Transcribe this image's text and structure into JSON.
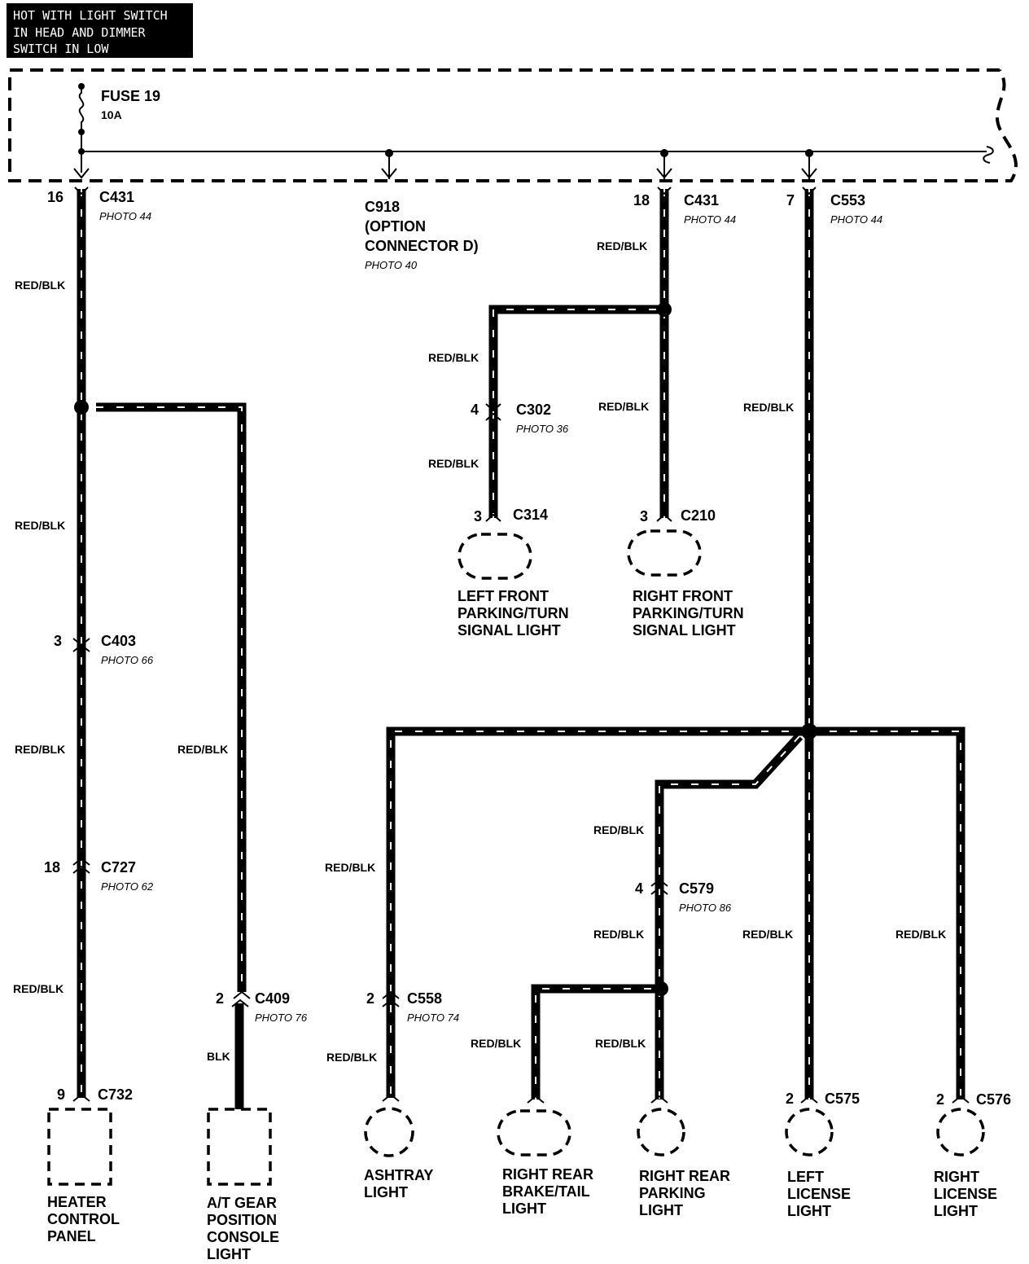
{
  "header": {
    "line1": "HOT WITH LIGHT SWITCH",
    "line2": "IN HEAD AND DIMMER",
    "line3": "SWITCH IN LOW"
  },
  "fuse": {
    "name": "FUSE 19",
    "rating": "10A"
  },
  "wire_color": "RED/BLK",
  "wire_color_blk": "BLK",
  "connectors": {
    "c431_left": {
      "pin": "16",
      "name": "C431",
      "photo": "PHOTO 44"
    },
    "c918": {
      "line1": "C918",
      "line2": "(OPTION",
      "line3": "CONNECTOR D)",
      "photo": "PHOTO 40"
    },
    "c431_right": {
      "pin": "18",
      "name": "C431",
      "photo": "PHOTO 44"
    },
    "c553": {
      "pin": "7",
      "name": "C553",
      "photo": "PHOTO 44"
    },
    "c302": {
      "pin": "4",
      "name": "C302",
      "photo": "PHOTO 36"
    },
    "c314": {
      "pin": "3",
      "name": "C314"
    },
    "c210": {
      "pin": "3",
      "name": "C210"
    },
    "c403": {
      "pin": "3",
      "name": "C403",
      "photo": "PHOTO 66"
    },
    "c727": {
      "pin": "18",
      "name": "C727",
      "photo": "PHOTO 62"
    },
    "c409": {
      "pin": "2",
      "name": "C409",
      "photo": "PHOTO 76"
    },
    "c732": {
      "pin": "9",
      "name": "C732"
    },
    "c558": {
      "pin": "2",
      "name": "C558",
      "photo": "PHOTO 74"
    },
    "c579": {
      "pin": "4",
      "name": "C579",
      "photo": "PHOTO 86"
    },
    "c575": {
      "pin": "2",
      "name": "C575"
    },
    "c576": {
      "pin": "2",
      "name": "C576"
    }
  },
  "components": {
    "left_front": [
      "LEFT FRONT",
      "PARKING/TURN",
      "SIGNAL LIGHT"
    ],
    "right_front": [
      "RIGHT FRONT",
      "PARKING/TURN",
      "SIGNAL LIGHT"
    ],
    "heater": [
      "HEATER",
      "CONTROL",
      "PANEL"
    ],
    "at_gear": [
      "A/T GEAR",
      "POSITION",
      "CONSOLE",
      "LIGHT"
    ],
    "ashtray": [
      "ASHTRAY",
      "LIGHT"
    ],
    "rr_brake": [
      "RIGHT REAR",
      "BRAKE/TAIL",
      "LIGHT"
    ],
    "rr_parking": [
      "RIGHT REAR",
      "PARKING",
      "LIGHT"
    ],
    "left_license": [
      "LEFT",
      "LICENSE",
      "LIGHT"
    ],
    "right_license": [
      "RIGHT",
      "LICENSE",
      "LIGHT"
    ]
  }
}
